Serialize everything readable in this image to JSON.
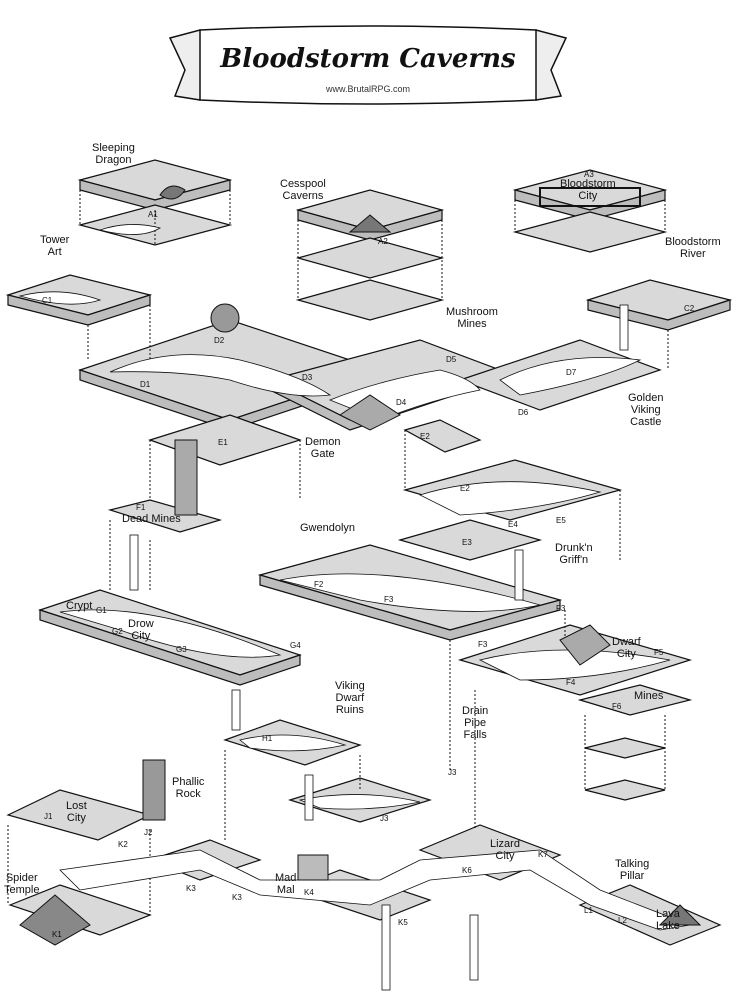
{
  "map": {
    "title": "Bloodstorm Caverns",
    "url": "www.BrutalRPG.com",
    "labels": [
      {
        "text": "Sleeping\nDragon"
      },
      {
        "text": "Cesspool\nCaverns"
      },
      {
        "text": "Bloodstorm\nCity"
      },
      {
        "text": "Tower\nArt"
      },
      {
        "text": "Bloodstorm\nRiver"
      },
      {
        "text": "Mushroom\nMines"
      },
      {
        "text": "Golden\nViking\nCastle"
      },
      {
        "text": "Demon\nGate"
      },
      {
        "text": "Dead Mines"
      },
      {
        "text": "Gwendolyn"
      },
      {
        "text": "Drunk'n\nGriff'n"
      },
      {
        "text": "Crypt"
      },
      {
        "text": "Drow\nCity"
      },
      {
        "text": "Dwarf\nCity"
      },
      {
        "text": "Mines"
      },
      {
        "text": "Viking\nDwarf\nRuins"
      },
      {
        "text": "Drain\nPipe\nFalls"
      },
      {
        "text": "Phallic\nRock"
      },
      {
        "text": "Lost\nCity"
      },
      {
        "text": "Lizard\nCity"
      },
      {
        "text": "Talking\nPillar"
      },
      {
        "text": "Spider\nTemple"
      },
      {
        "text": "Mad\nMal"
      },
      {
        "text": "Lava\nLake"
      }
    ],
    "codes": [
      "A1",
      "A2",
      "A3",
      "C1",
      "C2",
      "D1",
      "D2",
      "D3",
      "D4",
      "D5",
      "D6",
      "D7",
      "E1",
      "E2",
      "E2",
      "E3",
      "E4",
      "E5",
      "F1",
      "F2",
      "F3",
      "F3",
      "F3",
      "F4",
      "F5",
      "F6",
      "G1",
      "G2",
      "G3",
      "G4",
      "H1",
      "J1",
      "J2",
      "J3",
      "J3",
      "K1",
      "K2",
      "K3",
      "K3",
      "K4",
      "K5",
      "K6",
      "K7",
      "L1",
      "L2"
    ],
    "colors": {
      "floor": "#d9d9d9",
      "path": "#ffffff",
      "ink": "#111111",
      "side": "#bdbdbd"
    }
  }
}
